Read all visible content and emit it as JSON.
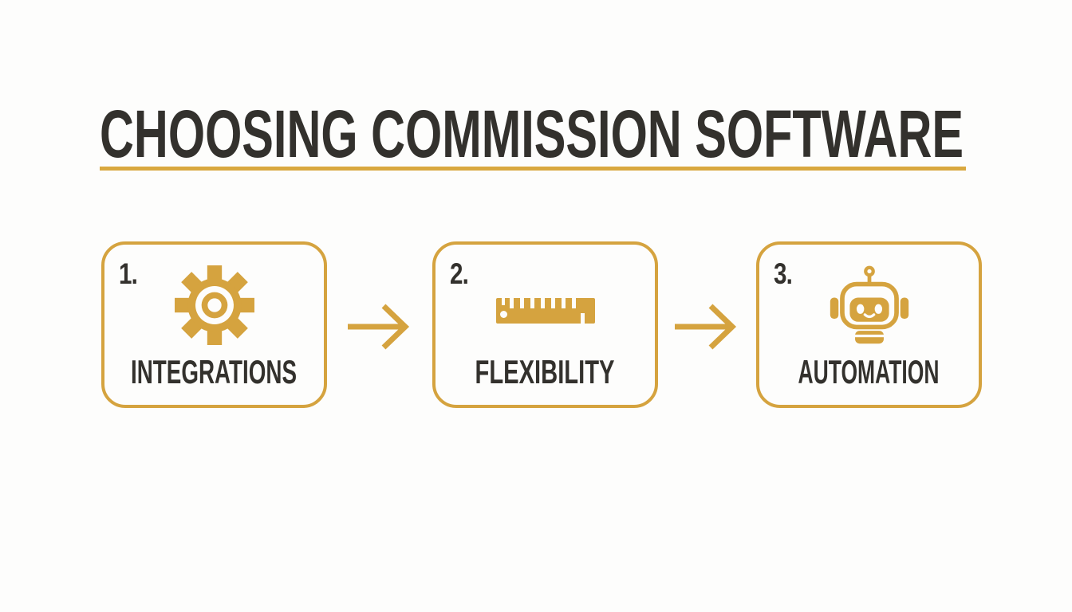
{
  "colors": {
    "gold": "#d5a33f",
    "text_dark": "#33312d",
    "background": "#fdfdfc",
    "underline": "#d9a83f"
  },
  "header": {
    "title": "CHOOSING COMMISSION SOFTWARE"
  },
  "steps": [
    {
      "number": "1.",
      "label": "INTEGRATIONS",
      "icon": "gear-icon"
    },
    {
      "number": "2.",
      "label": "FLEXIBILITY",
      "icon": "ruler-icon"
    },
    {
      "number": "3.",
      "label": "AUTOMATION",
      "icon": "robot-icon"
    }
  ],
  "connectors": [
    {
      "icon": "arrow-right-icon"
    },
    {
      "icon": "arrow-right-icon"
    }
  ]
}
